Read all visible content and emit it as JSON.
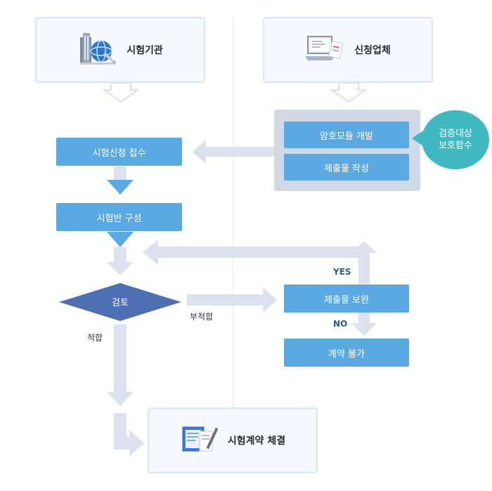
{
  "headers": {
    "lab": "시험기관",
    "vendor": "신청업체"
  },
  "group": {
    "module_dev": "암호모듈 개발",
    "submission": "제출물 작성",
    "badge_line1": "검증대상",
    "badge_line2": "보호함수"
  },
  "steps": {
    "receipt": "시험신청 접수",
    "team": "시험반 구성",
    "review": "검토",
    "supplement": "제출물 보완",
    "impossible": "계약 불가",
    "contract": "시험계약 체결"
  },
  "edge_labels": {
    "fit": "적합",
    "unfit": "부적합",
    "yes": "YES",
    "no": "NO"
  },
  "icons": {
    "lab": "building-globe-wrench-icon",
    "vendor": "laptop-documents-icon",
    "contract": "clipboard-pen-icon"
  },
  "colors": {
    "process_box": "#5aa9e2",
    "decision": "#4f6fb3",
    "badge": "#3fb8bf",
    "arrow_light": "#dbe2ee",
    "group_panel": "#d1d9e6"
  }
}
